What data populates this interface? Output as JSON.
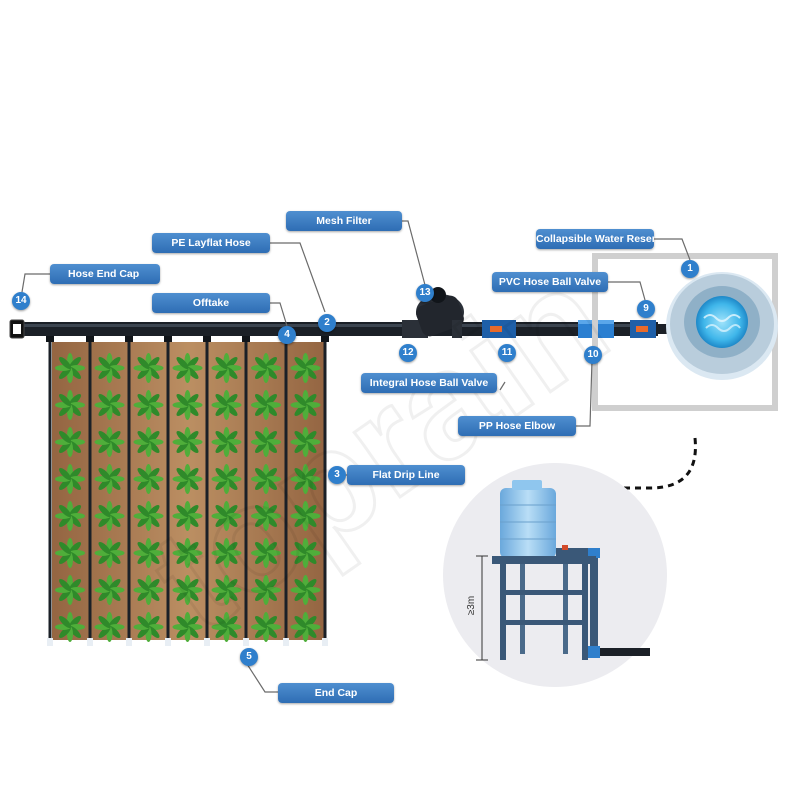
{
  "watermark": "toprain",
  "components": [
    {
      "number": "1",
      "label": "Collapsible Water Reservoir"
    },
    {
      "number": "2",
      "label": "PE Layflat Hose"
    },
    {
      "number": "3",
      "label": "Flat Drip Line"
    },
    {
      "number": "4",
      "label": "Offtake"
    },
    {
      "number": "5",
      "label": "End Cap"
    },
    {
      "number": "9",
      "label": "PVC Hose Ball Valve"
    },
    {
      "number": "10",
      "label": "PP Hose Elbow"
    },
    {
      "number": "11",
      "label": "Integral Hose Ball Valve"
    },
    {
      "number": "12",
      "label": ""
    },
    {
      "number": "13",
      "label": "Mesh Filter"
    },
    {
      "number": "14",
      "label": "Hose End Cap"
    }
  ],
  "inset": {
    "height_label": "≥3m"
  },
  "colors": {
    "callout": "#2e6db4",
    "badge": "#2f7fcc",
    "pipe": "#1b2027",
    "soil": "#b07a4a",
    "plant": "#2f8a2a",
    "reservoir_water": "#3fb6ea",
    "stand": "#3a5878",
    "tank": "#8fc6ee"
  }
}
